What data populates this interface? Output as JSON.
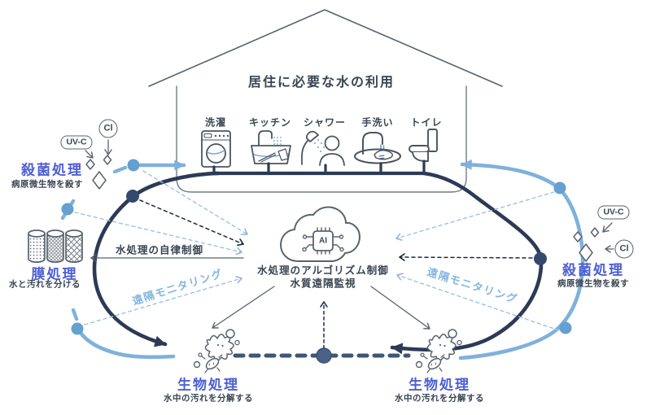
{
  "title": "居住に必要な水の利用",
  "house": {
    "fixtures": [
      {
        "label": "洗濯"
      },
      {
        "label": "キッチン"
      },
      {
        "label": "シャワー"
      },
      {
        "label": "手洗い"
      },
      {
        "label": "トイレ"
      }
    ]
  },
  "sterilization_left": {
    "uvc_badge": "UV-C",
    "cl_badge": "Cl",
    "title": "殺菌処理",
    "subtitle": "病原微生物を殺す"
  },
  "sterilization_right": {
    "uvc_badge": "UV-C",
    "cl_badge": "Cl",
    "title": "殺菌処理",
    "subtitle": "病原微生物を殺す"
  },
  "membrane": {
    "title": "膜処理",
    "subtitle": "水と汚れを分ける"
  },
  "bio_left": {
    "title": "生物処理",
    "subtitle": "水中の汚れを分解する"
  },
  "bio_right": {
    "title": "生物処理",
    "subtitle": "水中の汚れを分解する"
  },
  "cloud": {
    "chip_label": "AI",
    "line1": "水処理のアルゴリズム制御",
    "line2": "水質遠隔監視"
  },
  "labels": {
    "autonomous_control": "水処理の自律制御",
    "remote_monitoring_left": "遠隔モニタリング",
    "remote_monitoring_right": "遠隔モニタリング"
  },
  "colors": {
    "pipe_navy": "#2c3a55",
    "clean_water_blue": "#7fb1da",
    "light_dot_blue": "#64a0d0",
    "dashed_light_blue": "#8ab4de",
    "heading_indigo": "#4d5fd3",
    "icon_gray": "#59636e",
    "text_dark": "#394551",
    "monitoring_text": "#82b5e0",
    "slate_dash": "#3f5674"
  }
}
